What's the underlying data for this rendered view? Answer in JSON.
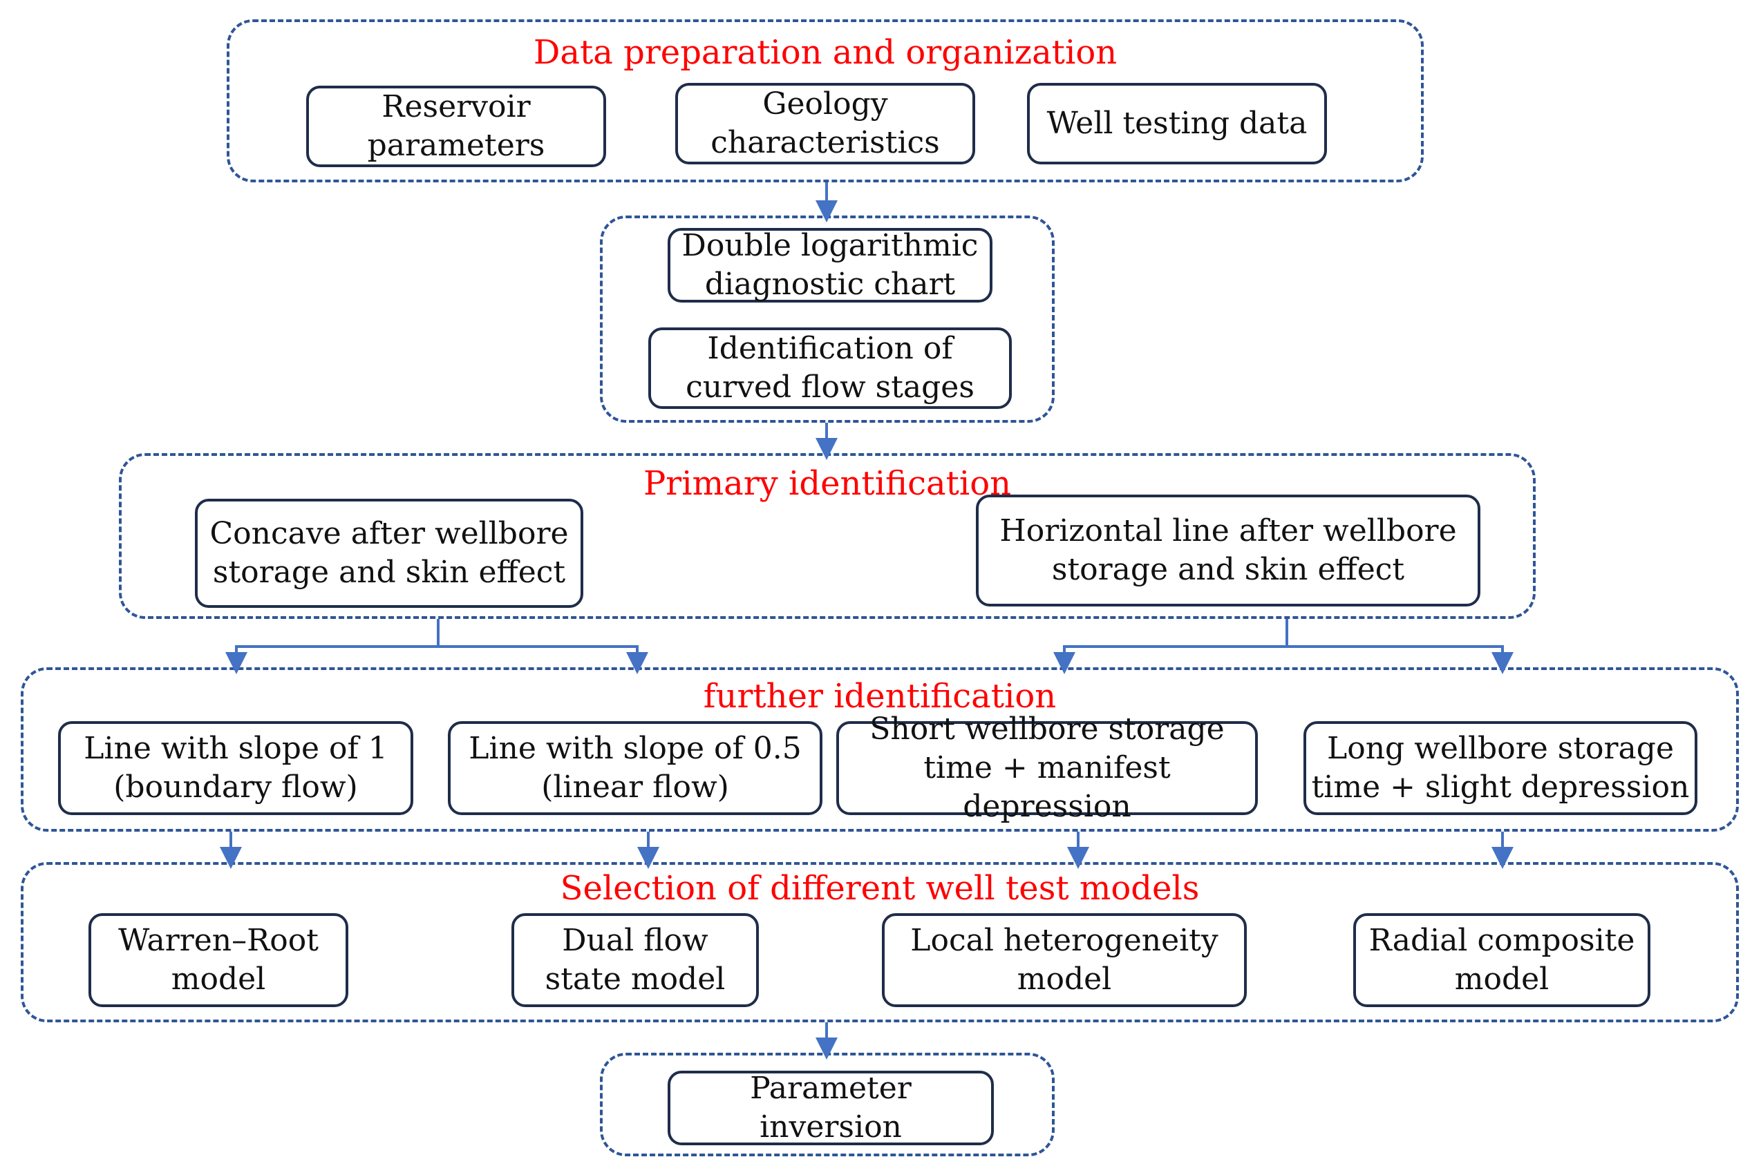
{
  "colors": {
    "group_border": "#2F5597",
    "arrow": "#4472C4",
    "title": "#FF0000",
    "box_border": "#1F2D4A"
  },
  "stage1": {
    "title": "Data preparation and organization",
    "boxes": [
      "Reservoir\nparameters",
      "Geology\ncharacteristics",
      "Well testing data"
    ]
  },
  "stage2": {
    "boxes": [
      "Double logarithmic\ndiagnostic chart",
      "Identification of\ncurved flow stages"
    ]
  },
  "stage3": {
    "title": "Primary identification",
    "boxes": [
      "Concave after wellbore\nstorage and skin effect",
      "Horizontal line after wellbore\nstorage and skin effect"
    ]
  },
  "stage4": {
    "title": "further identification",
    "boxes": [
      "Line with slope of 1\n(boundary flow)",
      "Line with slope of 0.5\n(linear flow)",
      "Short wellbore storage\ntime + manifest depression",
      "Long wellbore storage\ntime + slight depression"
    ]
  },
  "stage5": {
    "title": "Selection of different well test models",
    "boxes": [
      "Warren–Root\nmodel",
      "Dual flow\nstate model",
      "Local heterogeneity\nmodel",
      "Radial composite\nmodel"
    ]
  },
  "stage6": {
    "boxes": [
      "Parameter\ninversion"
    ]
  }
}
